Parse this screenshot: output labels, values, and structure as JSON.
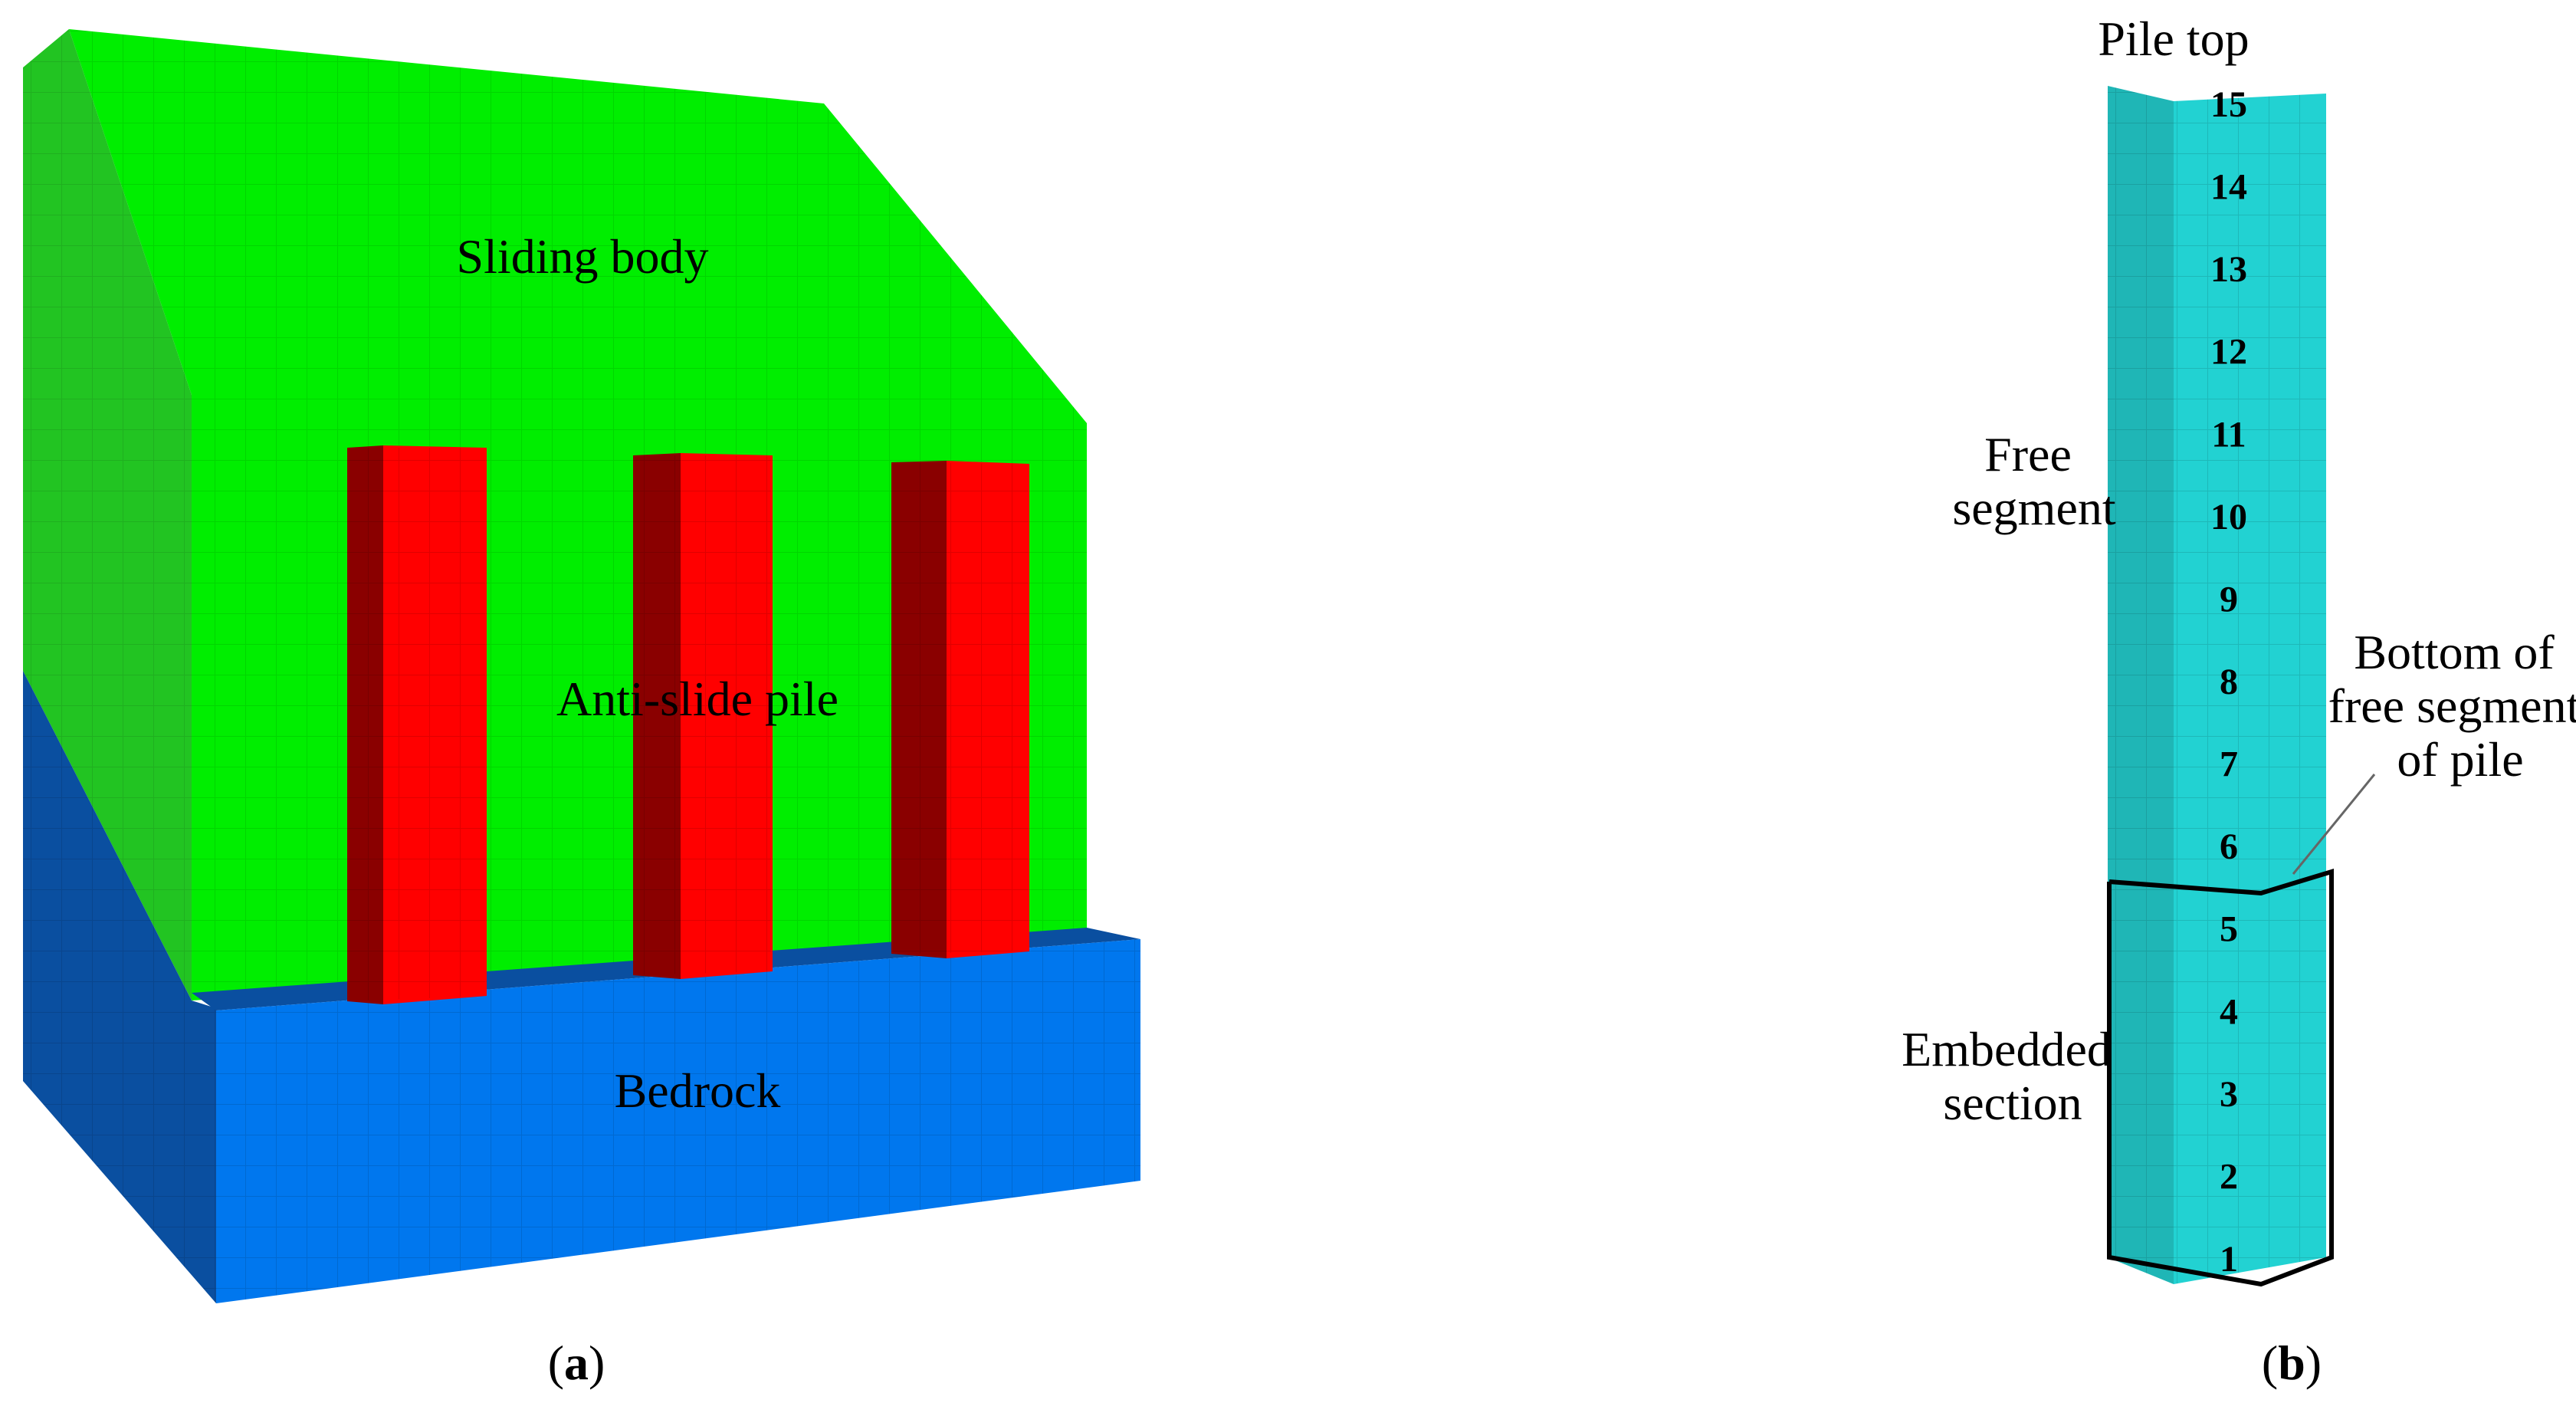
{
  "panel_a": {
    "caption_open": "(",
    "caption_letter": "a",
    "caption_close": ")",
    "labels": {
      "sliding_body": "Sliding body",
      "anti_slide_pile": "Anti-slide pile",
      "bedrock": "Bedrock"
    },
    "colors": {
      "sliding_body_front": "#00ee00",
      "sliding_body_side": "#22c422",
      "pile_front": "#ff0000",
      "pile_side": "#8a0000",
      "bedrock_front": "#0077ee",
      "bedrock_side": "#0a4fa0"
    }
  },
  "panel_b": {
    "caption_open": "(",
    "caption_letter": "b",
    "caption_close": ")",
    "labels": {
      "pile_top": "Pile top",
      "free_segment_line1": "Free",
      "free_segment_line2": "segment",
      "bottom_line1": "Bottom of",
      "bottom_line2": "free segment",
      "bottom_line3": "of pile",
      "embedded_line1": "Embedded",
      "embedded_line2": "section"
    },
    "segment_numbers": [
      "15",
      "14",
      "13",
      "12",
      "11",
      "10",
      "9",
      "8",
      "7",
      "6",
      "5",
      "4",
      "3",
      "2",
      "1"
    ],
    "colors": {
      "pile_left_face": "#1fb6b6",
      "pile_right_face": "#22d2d2"
    }
  }
}
